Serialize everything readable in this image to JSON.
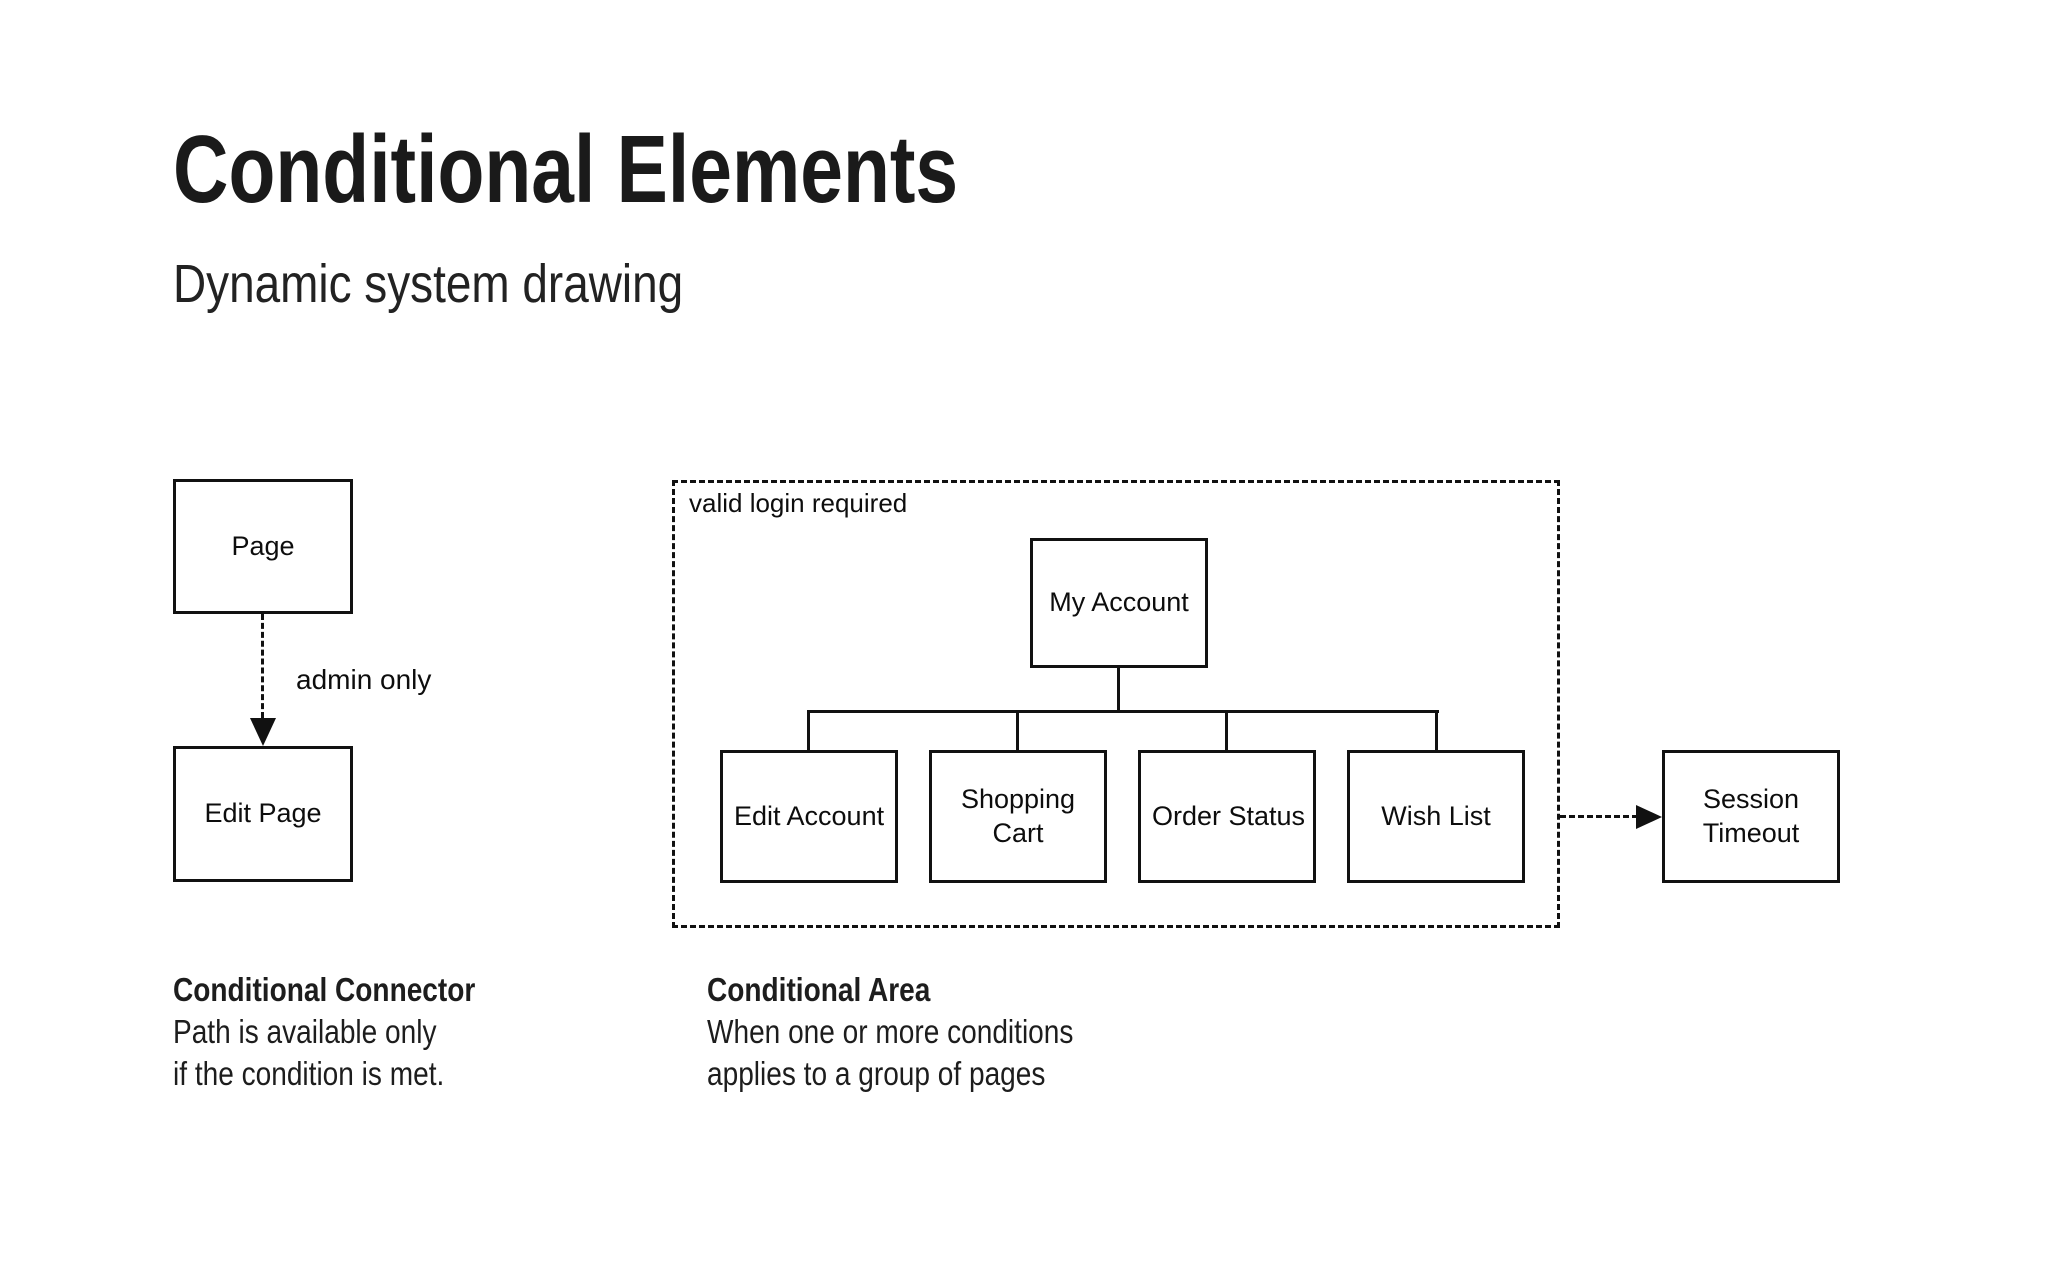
{
  "page": {
    "background": "#ffffff",
    "line_color": "#111111",
    "text_color": "#1a1a1a"
  },
  "header": {
    "title": "Conditional Elements",
    "subtitle": "Dynamic system drawing"
  },
  "connector_example": {
    "from_label": "Page",
    "condition_label": "admin only",
    "to_label": "Edit Page"
  },
  "area_example": {
    "area_label": "valid login required",
    "root_label": "My Account",
    "children": [
      "Edit Account",
      "Shopping Cart",
      "Order Status",
      "Wish List"
    ],
    "outside_label": "Session Timeout"
  },
  "captions": [
    {
      "title": "Conditional Connector",
      "lines": [
        "Path is available only",
        "if the condition is met."
      ]
    },
    {
      "title": "Conditional Area",
      "lines": [
        "When one or more conditions",
        "applies to a group of pages"
      ]
    }
  ]
}
